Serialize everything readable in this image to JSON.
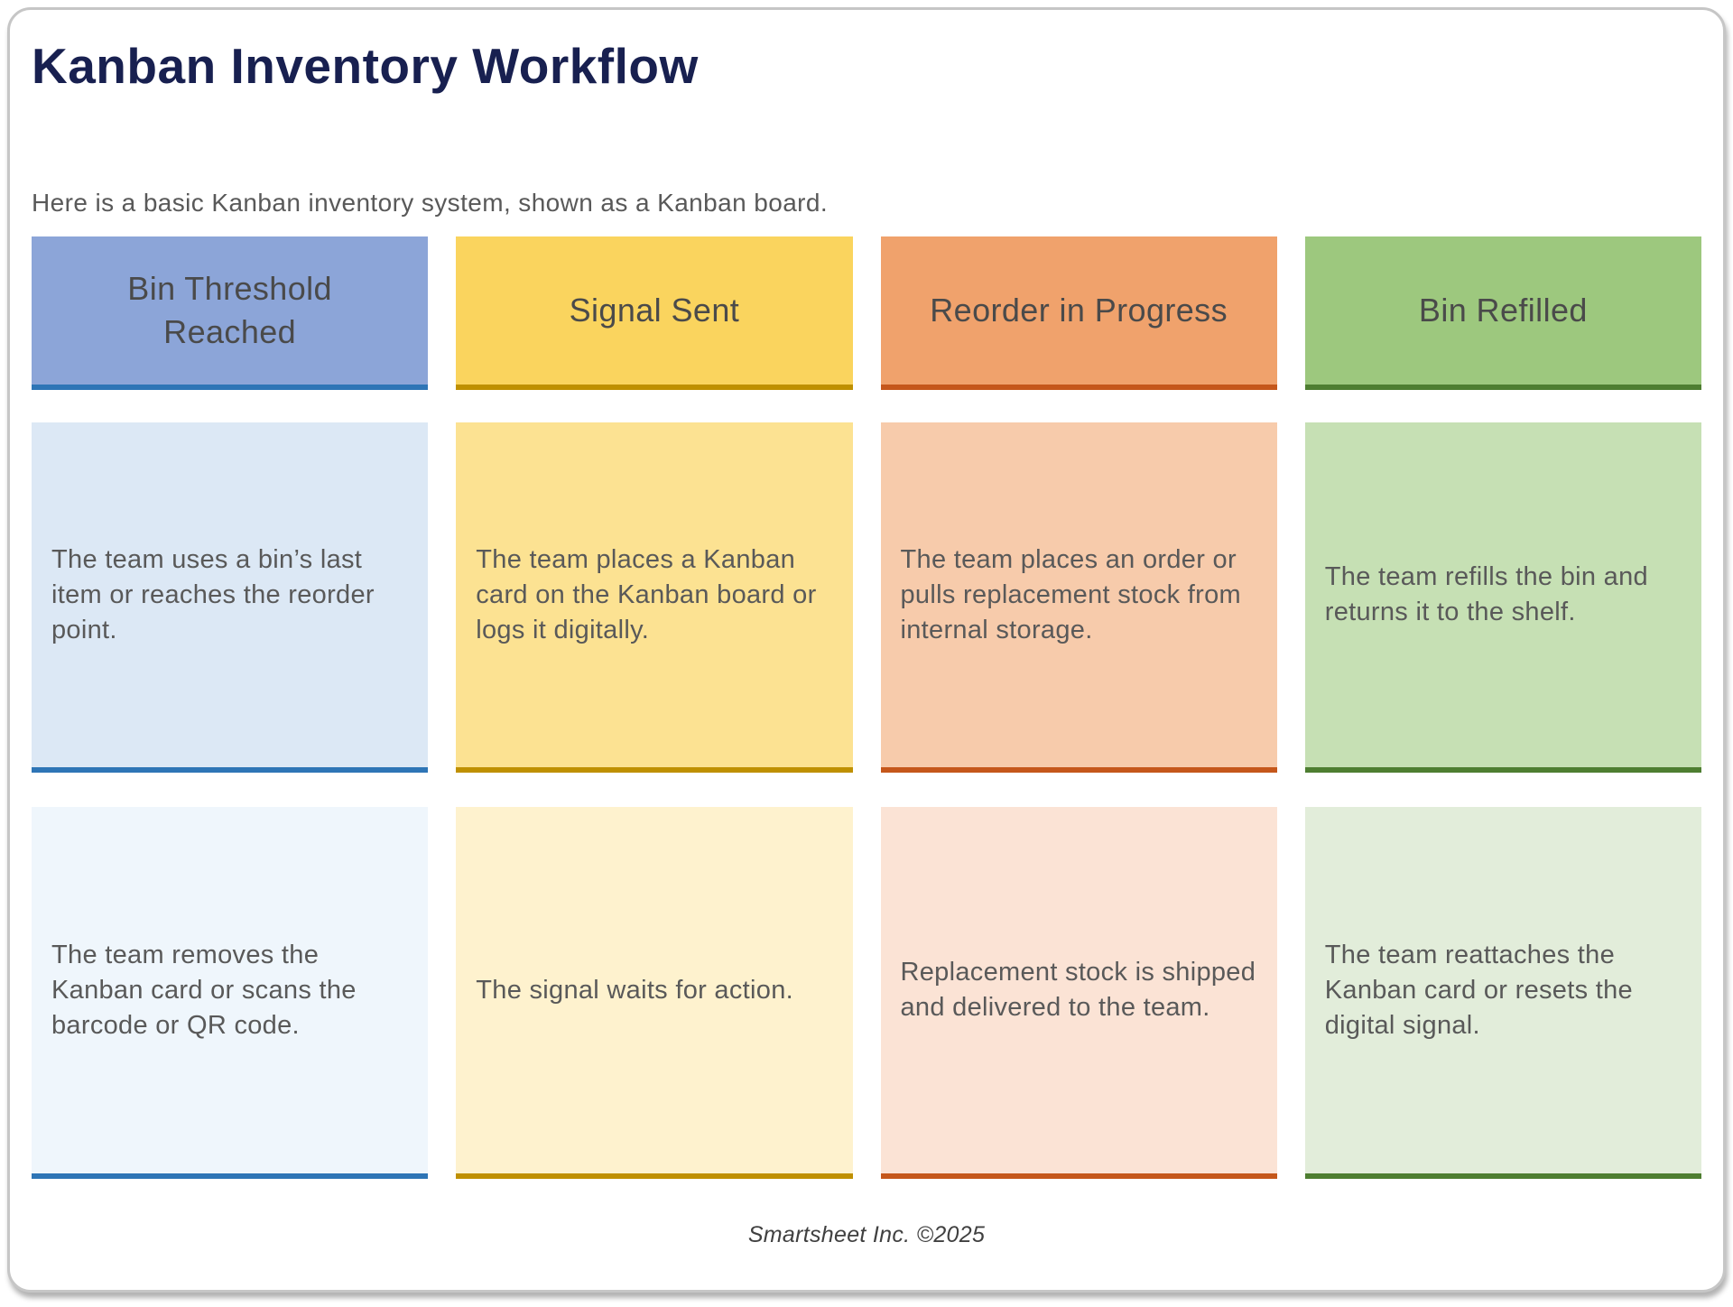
{
  "page": {
    "title": "Kanban Inventory Workflow",
    "subtitle": "Here is a basic Kanban inventory system, shown as a Kanban board.",
    "footer": "Smartsheet Inc. ©2025",
    "colors": {
      "title": "#182050",
      "body_text": "#595959",
      "header_text": "#4A4A4A",
      "frame_border": "#C6C6C6"
    }
  },
  "board": {
    "columns": [
      {
        "id": "bin-threshold-reached",
        "header": "Bin Threshold Reached",
        "colors": {
          "header_bg": "#8CA5D8",
          "accent": "#2E75B6",
          "card1_bg": "#DCE8F5",
          "card2_bg": "#EFF6FC"
        },
        "cards": [
          "The team uses a bin’s last item or reaches the reorder point.",
          "The team removes the Kanban card or scans the barcode or QR code."
        ]
      },
      {
        "id": "signal-sent",
        "header": "Signal Sent",
        "colors": {
          "header_bg": "#FAD45E",
          "accent": "#BF9000",
          "card1_bg": "#FCE292",
          "card2_bg": "#FEF2CE"
        },
        "cards": [
          "The team places a Kanban card on the Kanban board or logs it digitally.",
          "The signal waits for action."
        ]
      },
      {
        "id": "reorder-in-progress",
        "header": "Reorder in Progress",
        "colors": {
          "header_bg": "#F0A26C",
          "accent": "#C5571B",
          "card1_bg": "#F7CBAB",
          "card2_bg": "#FBE3D5"
        },
        "cards": [
          "The team places an order or pulls replacement stock from internal storage.",
          "Replacement stock is shipped and delivered to the team."
        ]
      },
      {
        "id": "bin-refilled",
        "header": "Bin Refilled",
        "colors": {
          "header_bg": "#9DC87E",
          "accent": "#4E7E31",
          "card1_bg": "#C6E0B4",
          "card2_bg": "#E2EDDA"
        },
        "cards": [
          "The team refills the bin and returns it to the shelf.",
          "The team reattaches the Kanban card or resets the digital signal."
        ]
      }
    ]
  }
}
